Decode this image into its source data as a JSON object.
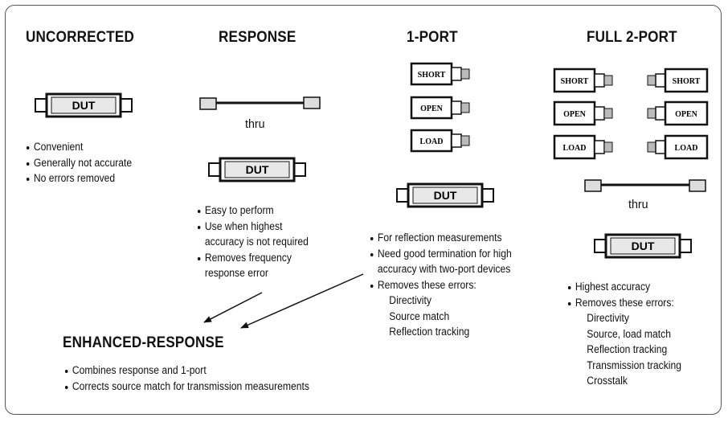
{
  "sections": {
    "uncorrected": {
      "heading": "UNCORRECTED",
      "dut_label": "DUT",
      "bullets": [
        "Convenient",
        "Generally not accurate",
        "No errors removed"
      ]
    },
    "response": {
      "heading": "RESPONSE",
      "thru_label": "thru",
      "dut_label": "DUT",
      "bullets": [
        "Easy to perform",
        "Use when highest",
        "accuracy is not required",
        "Removes frequency",
        "response error"
      ]
    },
    "one_port": {
      "heading": "1-PORT",
      "standards": [
        "SHORT",
        "OPEN",
        "LOAD"
      ],
      "dut_label": "DUT",
      "bullets": [
        "For reflection measurements",
        "Need good termination for high",
        "accuracy with two-port devices",
        "Removes these errors:"
      ],
      "errors": [
        "Directivity",
        "Source match",
        "Reflection tracking"
      ]
    },
    "full_two_port": {
      "heading": "FULL 2-PORT",
      "standards_left": [
        "SHORT",
        "OPEN",
        "LOAD"
      ],
      "standards_right": [
        "SHORT",
        "OPEN",
        "LOAD"
      ],
      "thru_label": "thru",
      "dut_label": "DUT",
      "bullets": [
        "Highest accuracy",
        "Removes these errors:"
      ],
      "errors": [
        "Directivity",
        "Source, load match",
        "Reflection tracking",
        "Transmission tracking",
        "Crosstalk"
      ]
    },
    "enhanced_response": {
      "heading": "ENHANCED-RESPONSE",
      "bullets": [
        "Combines response and 1-port",
        "Corrects source match for transmission measurements"
      ]
    }
  }
}
